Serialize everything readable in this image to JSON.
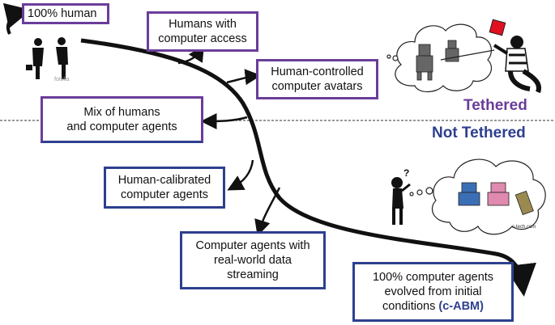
{
  "colors": {
    "purple": "#6a3d9a",
    "blue": "#2e3f8f",
    "curve": "#111111"
  },
  "regions": {
    "top": "Tethered",
    "bottom": "Not Tethered"
  },
  "boxes": {
    "human": "100% human",
    "computer_access": "Humans with\ncomputer access",
    "avatars": "Human-controlled\ncomputer avatars",
    "mix": "Mix of humans\nand computer agents",
    "calibrated": "Human-calibrated\ncomputer agents",
    "streaming": "Computer agents with\nreal-world data\nstreaming",
    "cabm_text": "100% computer agents\nevolved from initial\nconditions ",
    "cabm_accent": "(c-ABM)"
  },
  "icons": [
    "businessmen-silhouette-icon",
    "thought-cloud-icon",
    "robot-icon",
    "referee-figure-icon",
    "confused-figure-icon",
    "robot-pair-icon"
  ]
}
